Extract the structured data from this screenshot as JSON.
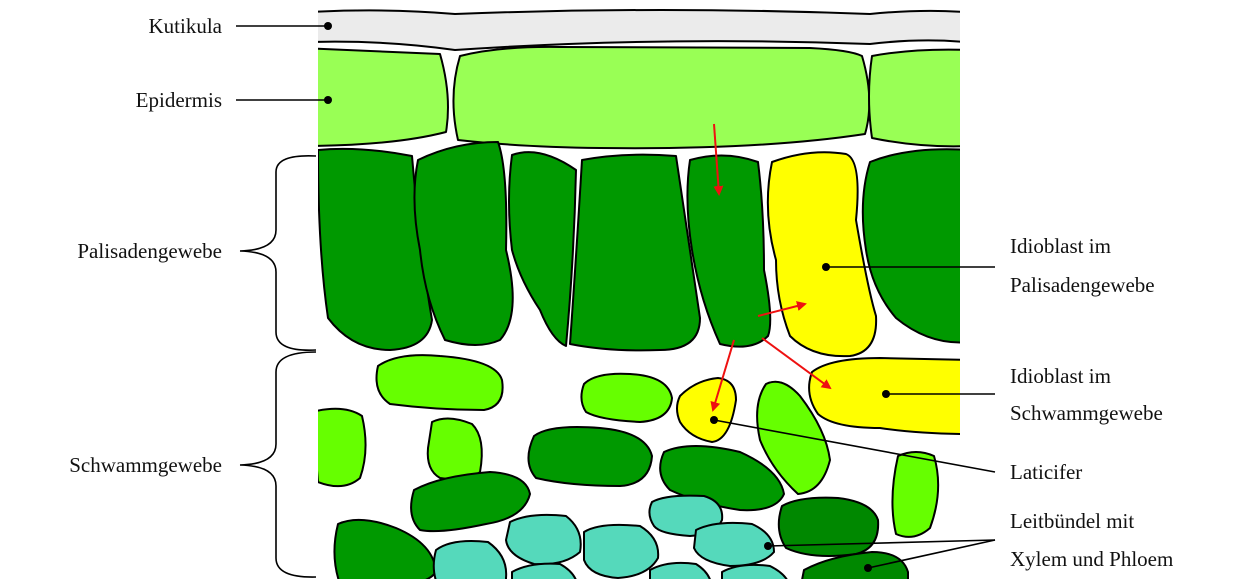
{
  "labels": {
    "kutikula": "Kutikula",
    "epidermis": "Epidermis",
    "palisadengewebe": "Palisadengewebe",
    "schwammgewebe": "Schwammgewebe",
    "idioblast_palisade_line1": "Idioblast im",
    "idioblast_palisade_line2": "Palisadengewebe",
    "idioblast_schwamm_line1": "Idioblast im",
    "idioblast_schwamm_line2": "Schwammgewebe",
    "laticifer": "Laticifer",
    "leitbuendel_line1": "Leitbündel mit",
    "leitbuendel_line2": "Xylem und Phloem"
  },
  "colors": {
    "cuticle": "#ebebeb",
    "epidermis": "#99ff55",
    "palisade": "#009900",
    "idioblast": "#ffff00",
    "spongy_light": "#66ff00",
    "spongy_dark": "#009900",
    "vascular_dark": "#008800",
    "xylem": "#55d9bb",
    "arrow": "#ee1111"
  }
}
